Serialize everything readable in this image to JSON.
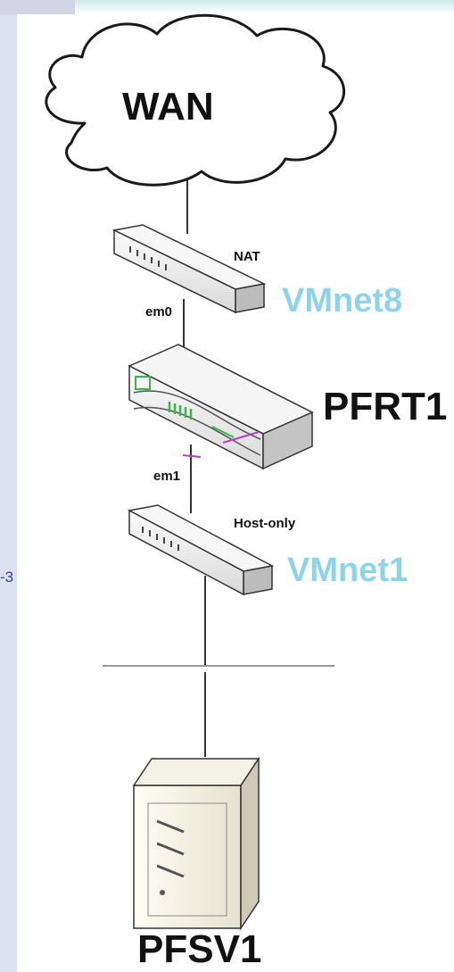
{
  "diagram": {
    "cloud_label": "WAN",
    "switch_top": {
      "port_label": "NAT",
      "network_label": "VMnet8"
    },
    "router": {
      "name": "PFRT1",
      "wan_interface": "em0",
      "lan_interface": "em1"
    },
    "switch_bottom": {
      "port_label": "Host-only",
      "network_label": "VMnet1"
    },
    "server": {
      "name": "PFSV1"
    },
    "edge_fragment": "-3"
  },
  "colors": {
    "background": "#dde0ee",
    "canvas": "#ffffff",
    "vmnet_label": "#8fd3ea",
    "line": "#333333",
    "device_body": "#eeeeee",
    "router_accent_green": "#3bb54a",
    "router_accent_magenta": "#c03ad0"
  }
}
